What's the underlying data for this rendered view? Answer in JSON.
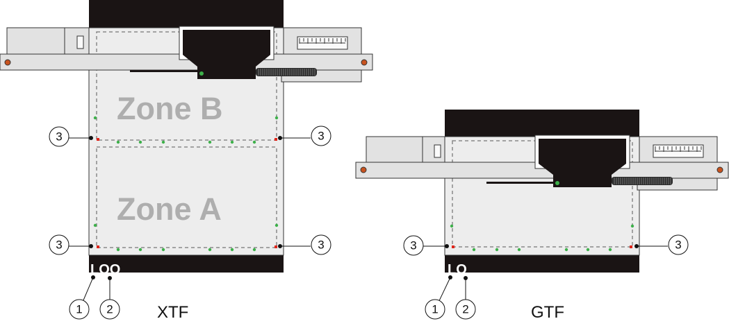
{
  "printers": [
    {
      "name": "XTF",
      "zones": [
        {
          "label": "Zone B"
        },
        {
          "label": "Zone A"
        }
      ],
      "callouts": [
        "1",
        "2",
        "3",
        "3",
        "3",
        "3"
      ]
    },
    {
      "name": "GTF",
      "callouts": [
        "1",
        "2",
        "3",
        "3"
      ]
    }
  ],
  "colors": {
    "frame": "#1a1414",
    "platen": "#ededed",
    "housing": "#e2e2e2",
    "sensor_green": "#3db04a",
    "sensor_red": "#e0261b",
    "screw": "#c8531f",
    "zone_text": "#aeaeae"
  }
}
